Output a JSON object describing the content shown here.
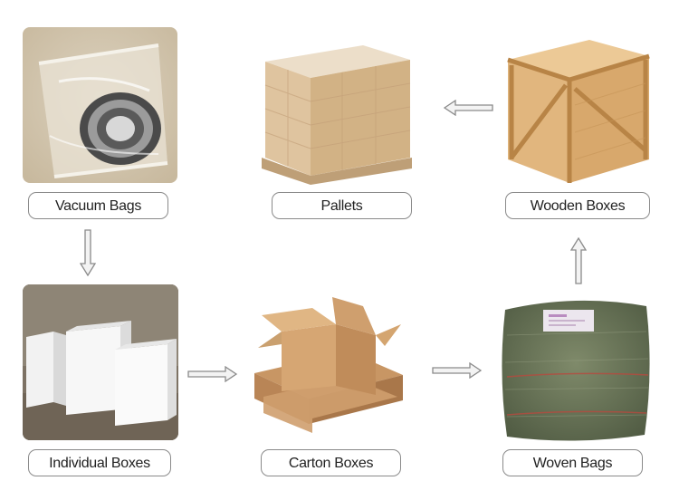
{
  "steps": {
    "vacuum_bags": "Vacuum Bags",
    "pallets": "Pallets",
    "wooden_boxes": "Wooden Boxes",
    "individual_boxes": "Individual Boxes",
    "carton_boxes": "Carton Boxes",
    "woven_bags": "Woven Bags"
  },
  "icons": {
    "arrow": "thin-outline-arrow"
  }
}
